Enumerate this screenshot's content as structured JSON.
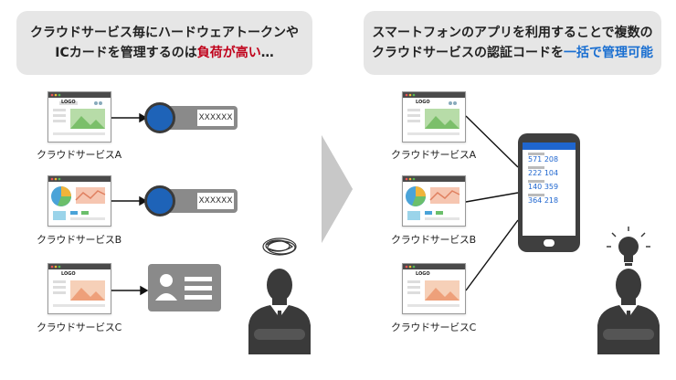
{
  "left_banner": {
    "line1": "クラウドサービス毎にハードウェアトークンや",
    "line2_prefix": "ICカードを管理するのは",
    "line2_emphasis": "負荷が高い",
    "line2_suffix": "…"
  },
  "right_banner": {
    "line1": "スマートフォンのアプリを利用することで複数の",
    "line2_prefix": "クラウドサービスの認証コードを",
    "line2_emphasis": "一括で管理可能"
  },
  "services": {
    "a_label": "クラウドサービスA",
    "b_label": "クラウドサービスB",
    "c_label": "クラウドサービスC",
    "logo_text": "LOGO"
  },
  "token": {
    "masked_code": "XXXXXX"
  },
  "phone": {
    "codes": [
      "571 208",
      "222 104",
      "140 359",
      "364 218"
    ]
  },
  "colors": {
    "emphasis_red": "#c0001a",
    "emphasis_blue": "#1a6fd1",
    "token_blue": "#1e63b8",
    "banner_gray": "#e6e6e6"
  }
}
